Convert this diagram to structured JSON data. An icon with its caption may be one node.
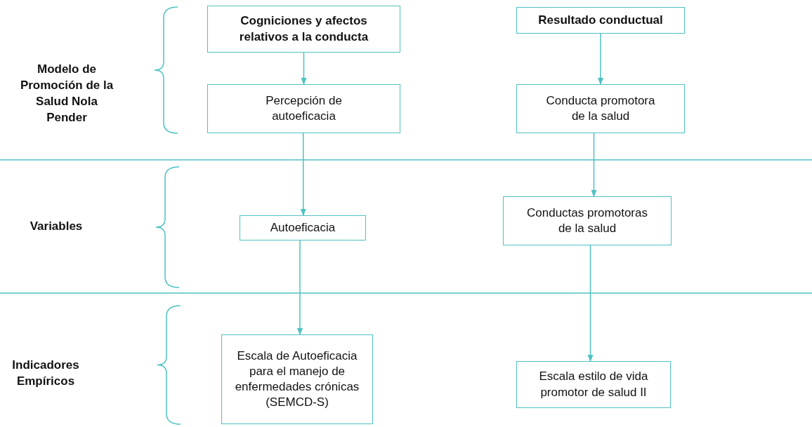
{
  "diagram": {
    "nodes": [
      {
        "text": [
          "Cogniciones y afectos relativos a la conducta"
        ]
      },
      {
        "text": [
          "Resultado conductual"
        ]
      },
      {
        "text": [
          "Percepción de autoeficacia"
        ]
      },
      {
        "text": [
          "Conducta promotora de la salud"
        ]
      },
      {
        "text": [
          "Autoeficacia"
        ]
      },
      {
        "text": [
          "Conductas promotoras de la salud"
        ]
      },
      {
        "text": [
          "Escala de Autoeficacia para el manejo de enfermedades crónicas (SEMCD-S)"
        ]
      },
      {
        "text": [
          "Escala estilo de vida promotor de salud II"
        ]
      }
    ],
    "edges": [
      {
        "from": 0,
        "to": 2,
        "arrow": "to"
      },
      {
        "from": 1,
        "to": 3,
        "arrow": "to"
      },
      {
        "from": 2,
        "to": 4,
        "arrow": "to"
      },
      {
        "from": 3,
        "to": 5,
        "arrow": "to"
      },
      {
        "from": 4,
        "to": 6,
        "arrow": "to"
      },
      {
        "from": 5,
        "to": 7,
        "arrow": "to"
      }
    ],
    "labels": [
      "Modelo de Promoción de la Salud Nola Pender",
      "Variables",
      "Indicadores Empíricos"
    ]
  }
}
